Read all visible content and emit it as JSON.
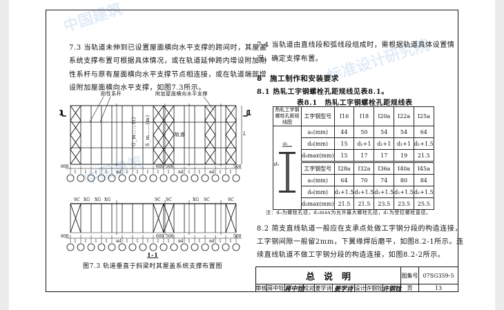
{
  "watermark": "中国建筑标准设计研究院",
  "left": {
    "para73": [
      "7.3 当轨道未伸到已设置屋面横向水平支撑的跨间时，其屋盖",
      "系统支撑布置可根据具体情况，或在轨道延伸跨内增设附加刚",
      "性系杆与原有屋面横向水平支撑节点相连接，或在轨道端部增",
      "设附加屋面横向水平支撑，如图7.3所示。"
    ],
    "label_rigid": "刚性系杆",
    "label_bracing": "附加屋面横向水平支撑",
    "label_track": "轨道",
    "section_mark": "1",
    "dim_l": "l",
    "dim_ml": "ml",
    "dim_600": "600",
    "dim_500": "500",
    "dim_L": "L",
    "label_gm": "G_m……(t)",
    "label_sm": "S_m……(m)",
    "sc": "SC",
    "xg": "XG",
    "section_title": "1-1",
    "caption": "图7.3 轨道垂直于斜梁时其屋盖系统支撑布置图"
  },
  "right": {
    "para74": [
      "7.4 当轨道由直线段和弧线段组成时，需根据轨道具体设置情",
      "况，确定支撑布置。"
    ],
    "section8": "8　施工制作和安装要求",
    "para81": "8.1 热轧工字钢螺栓孔距规线见表8.1。",
    "table_caption": "表8.1　热轧工字钢螺栓孔距规线表",
    "table": {
      "corner": "热轧工字钢螺栓孔距规线图",
      "fig_a": "a₁",
      "fig_d": "d₀",
      "rows1": [
        [
          "工字钢型号",
          "I16",
          "I18",
          "I20a",
          "I22a",
          "I25a"
        ],
        [
          "a₁(mm)",
          "44",
          "50",
          "54",
          "54",
          "64"
        ],
        [
          "d₀(mm)",
          "15",
          "d₁+1",
          "d₁+1",
          "d₁+1",
          "d₁+1.5"
        ],
        [
          "d₀max(mm)",
          "15",
          "17",
          "17",
          "19",
          "21.5"
        ]
      ],
      "rows2": [
        [
          "工字钢型号",
          "I28a",
          "I32a",
          "I36a",
          "I40a",
          "I45a"
        ],
        [
          "a₁(mm)",
          "64",
          "70",
          "74",
          "80",
          "84"
        ],
        [
          "d₀(mm)",
          "d₁+1.5",
          "d₁+1.5",
          "d₁+1.5",
          "d₁+1.5",
          "d₁+1.5"
        ],
        [
          "d₀max(mm)",
          "21.5",
          "21.5",
          "23.5",
          "23.5",
          "25.5"
        ]
      ]
    },
    "note": "注：d₀为螺栓孔径，d₀max为允许最大螺栓孔径，d₁为受拉螺栓直径。",
    "para82": [
      "8.2 简支直线轨道一般应在支承点处做工字钢分段的构造连接，",
      "工字钢间隙一般留2mm，下翼缘焊后磨平，如图8.2-1所示。连",
      "续直线轨道不做工字钢分段的构造连接，如图8.2-2所示。"
    ]
  },
  "titleblock": {
    "title": "总　说　明",
    "atlas_label": "图集号",
    "atlas_no": "07SG359-5",
    "review_label": "审核",
    "reviewer": "蒋中铨",
    "reviewer_sig": "蒋中铨",
    "check_label": "校对",
    "checker": "姜学诗",
    "checker_sig": "姜学诗",
    "design_label": "设计",
    "designer": "许钢铨",
    "designer_sig": "许钢铨",
    "page_label": "页",
    "page_no": "13"
  }
}
